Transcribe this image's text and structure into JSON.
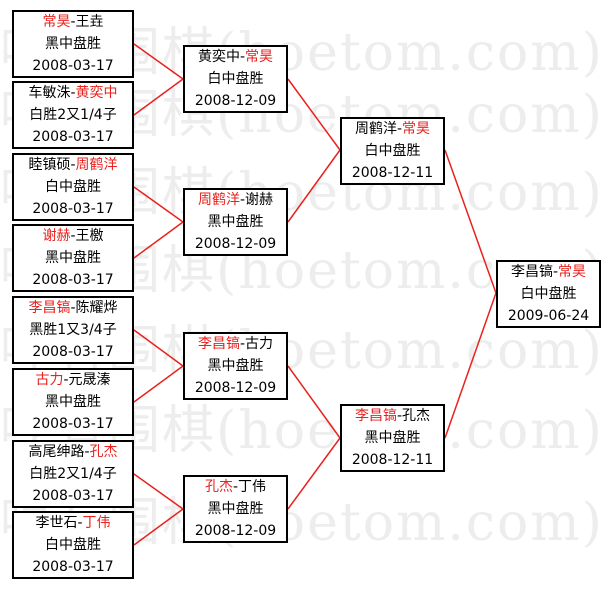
{
  "watermark": [
    "哼有围棋(hoetom.com)",
    "哼有围棋(hoetom.com)",
    "哼有围棋(hoetom.com)",
    "哼有围棋(hoetom.com)",
    "哼有围棋(hoetom.com)",
    "哼有围棋(hoetom.com)",
    "哼有围棋(hoetom.com)"
  ],
  "colors": {
    "winner": "#e8221e",
    "line": "#e8221e",
    "border": "#000000"
  },
  "round1": [
    {
      "p1": "常昊",
      "sep": "-",
      "p2": "王垚",
      "winner": 1,
      "result": "黑中盘胜",
      "date": "2008-03-17"
    },
    {
      "p1": "车敏洙",
      "sep": "-",
      "p2": "黄奕中",
      "winner": 2,
      "result": "白胜2又1/4子",
      "date": "2008-03-17"
    },
    {
      "p1": "睦镇硕",
      "sep": "-",
      "p2": "周鹤洋",
      "winner": 2,
      "result": "白中盘胜",
      "date": "2008-03-17"
    },
    {
      "p1": "谢赫",
      "sep": "-",
      "p2": "王檄",
      "winner": 1,
      "result": "黑中盘胜",
      "date": "2008-03-17"
    },
    {
      "p1": "李昌镐",
      "sep": "-",
      "p2": "陈耀烨",
      "winner": 1,
      "result": "黑胜1又3/4子",
      "date": "2008-03-17"
    },
    {
      "p1": "古力",
      "sep": "-",
      "p2": "元晟溱",
      "winner": 1,
      "result": "黑中盘胜",
      "date": "2008-03-17"
    },
    {
      "p1": "高尾绅路",
      "sep": "-",
      "p2": "孔杰",
      "winner": 2,
      "result": "白胜2又1/4子",
      "date": "2008-03-17"
    },
    {
      "p1": "李世石",
      "sep": "-",
      "p2": "丁伟",
      "winner": 2,
      "result": "白中盘胜",
      "date": "2008-03-17"
    }
  ],
  "round2": [
    {
      "p1": "黄奕中",
      "sep": "-",
      "p2": "常昊",
      "winner": 2,
      "result": "白中盘胜",
      "date": "2008-12-09"
    },
    {
      "p1": "周鹤洋",
      "sep": "-",
      "p2": "谢赫",
      "winner": 1,
      "result": "黑中盘胜",
      "date": "2008-12-09"
    },
    {
      "p1": "李昌镐",
      "sep": "-",
      "p2": "古力",
      "winner": 1,
      "result": "黑中盘胜",
      "date": "2008-12-09"
    },
    {
      "p1": "孔杰",
      "sep": "-",
      "p2": "丁伟",
      "winner": 1,
      "result": "黑中盘胜",
      "date": "2008-12-09"
    }
  ],
  "semifinal": [
    {
      "p1": "周鹤洋",
      "sep": "-",
      "p2": "常昊",
      "winner": 2,
      "result": "白中盘胜",
      "date": "2008-12-11"
    },
    {
      "p1": "李昌镐",
      "sep": "-",
      "p2": "孔杰",
      "winner": 1,
      "result": "黑中盘胜",
      "date": "2008-12-11"
    }
  ],
  "final": [
    {
      "p1": "李昌镐",
      "sep": "-",
      "p2": "常昊",
      "winner": 2,
      "result": "白中盘胜",
      "date": "2009-06-24"
    }
  ]
}
